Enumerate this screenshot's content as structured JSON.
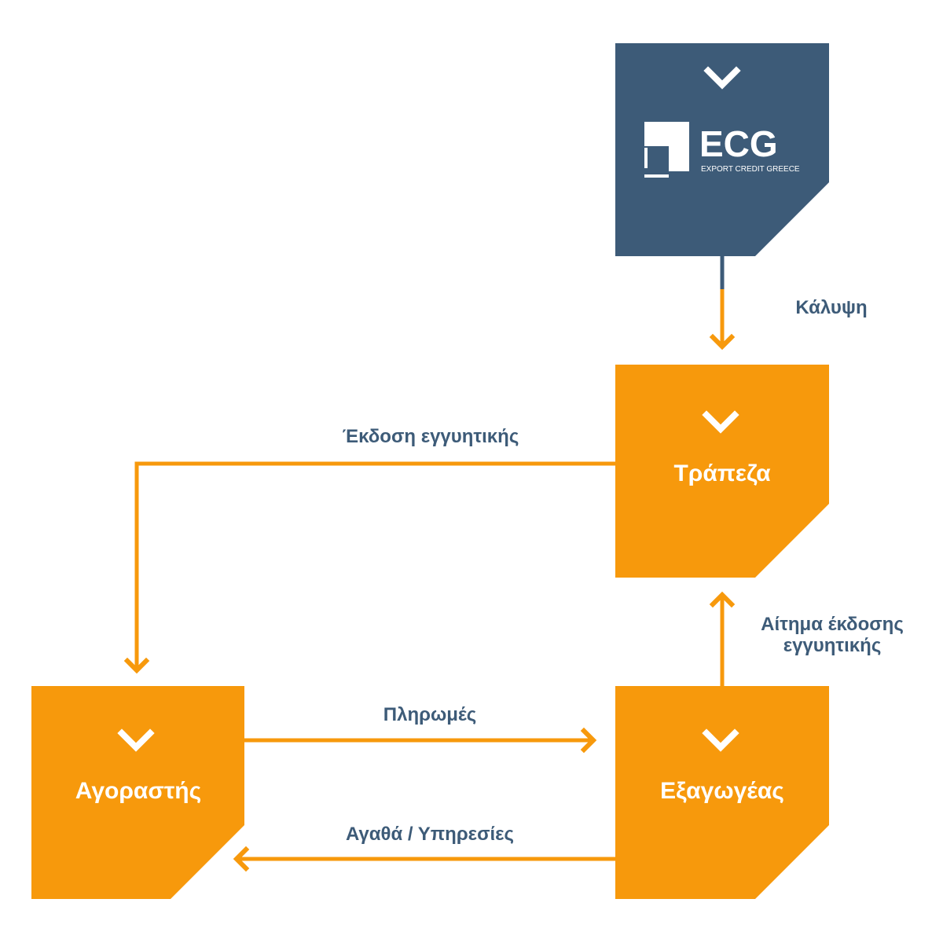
{
  "colors": {
    "orange": "#f7990c",
    "navy": "#3d5b78",
    "label": "#3d5b78",
    "white": "#ffffff"
  },
  "boxes": {
    "ecg": {
      "icon": "chevron-down-icon",
      "logo": {
        "icon": "ecg-logo-mark",
        "name": "ECG",
        "tagline": "EXPORT CREDIT GREECE"
      }
    },
    "bank": {
      "icon": "chevron-down-icon",
      "title": "Τράπεζα"
    },
    "buyer": {
      "icon": "chevron-down-icon",
      "title": "Αγοραστής"
    },
    "exporter": {
      "icon": "chevron-down-icon",
      "title": "Εξαγωγέας"
    }
  },
  "flows": {
    "coverage": {
      "label": "Κάλυψη"
    },
    "guarantee_issue": {
      "label": "Έκδοση εγγυητικής"
    },
    "guarantee_request": {
      "label_line1": "Αίτημα έκδοσης",
      "label_line2": "εγγυητικής"
    },
    "payments": {
      "label": "Πληρωμές"
    },
    "goods_services": {
      "label": "Αγαθά / Υπηρεσίες"
    }
  }
}
